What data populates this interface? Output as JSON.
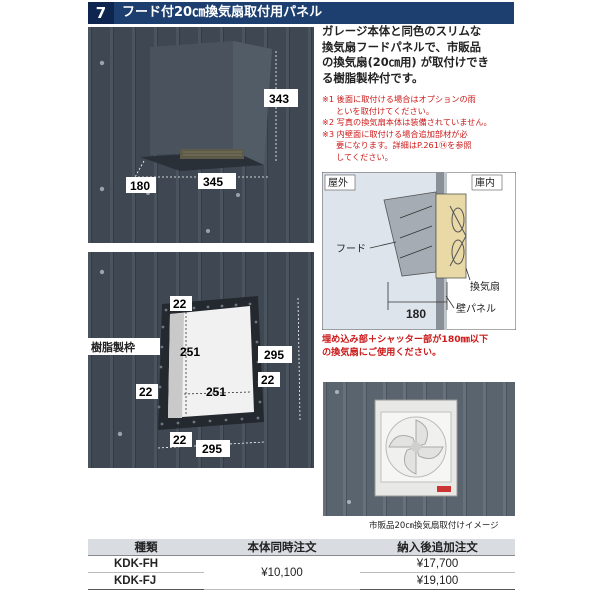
{
  "header": {
    "number": "7",
    "title": "フード付20㎝換気扇取付用パネル"
  },
  "photo_top": {
    "dim_height": "343",
    "dim_depth": "180",
    "dim_width": "345"
  },
  "photo_mid": {
    "frame_label": "樹脂製枠",
    "dim_top_margin": "22",
    "dim_left_margin": "22",
    "dim_right_margin": "22",
    "dim_bottom_margin": "22",
    "dim_inner_height": "251",
    "dim_inner_width": "251",
    "dim_outer_height": "295",
    "dim_outer_width": "295"
  },
  "description": {
    "lines": [
      "ガレージ本体と同色のスリムな",
      "換気扇フードパネルで、市販品",
      "の換気扇(20㎝用) が取付けでき",
      "る樹脂製枠付です。"
    ]
  },
  "notes": {
    "n1a": "※1 後面に取付ける場合はオプションの雨",
    "n1b": "といを取付けてください。",
    "n2": "※2 写真の換気扇本体は装備されていません。",
    "n3a": "※3 内壁面に取付ける場合追加部材が必",
    "n3b": "要になります。詳細はP.261⑭を参照",
    "n3c": "してください。"
  },
  "diagram": {
    "outside": "屋外",
    "inside": "庫内",
    "hood": "フード",
    "fan": "換気扇",
    "panel": "壁パネル",
    "dim": "180"
  },
  "diagram_note": {
    "line1": "埋め込み部＋シャッター部が180㎜以下",
    "line2": "の換気扇にご使用ください。"
  },
  "photo_bottom": {
    "caption": "市販品20㎝換気扇取付けイメージ"
  },
  "table": {
    "headers": [
      "種類",
      "本体同時注文",
      "納入後追加注文"
    ],
    "rows": [
      {
        "model": "KDK-FH",
        "later": "¥17,700"
      },
      {
        "model": "KDK-FJ",
        "later": "¥19,100"
      }
    ],
    "shared_price": "¥10,100"
  },
  "colors": {
    "header_bg": "#1d3f70",
    "garage_panel": "#3f4852",
    "note_red": "#cc1b1b"
  }
}
